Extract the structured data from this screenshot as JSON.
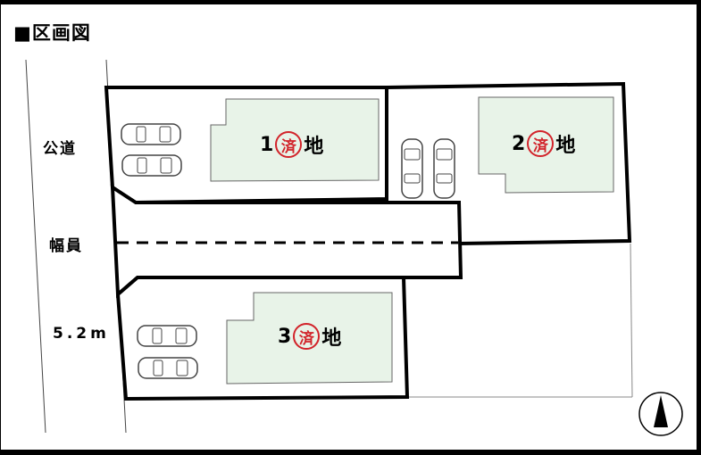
{
  "header": {
    "title": "■区画図"
  },
  "road": {
    "label_line1": "公道",
    "label_line2": "幅員",
    "label_line3": "5.2m"
  },
  "lots": [
    {
      "number": "1",
      "status": "済",
      "suffix": "地"
    },
    {
      "number": "2",
      "status": "済",
      "suffix": "地"
    },
    {
      "number": "3",
      "status": "済",
      "suffix": "地"
    }
  ],
  "colors": {
    "building": "#e8f3e8",
    "status_stamp": "#d2232a",
    "outline": "#000000"
  },
  "icons": {
    "parking": "car-icon",
    "orientation": "north-arrow-icon"
  }
}
